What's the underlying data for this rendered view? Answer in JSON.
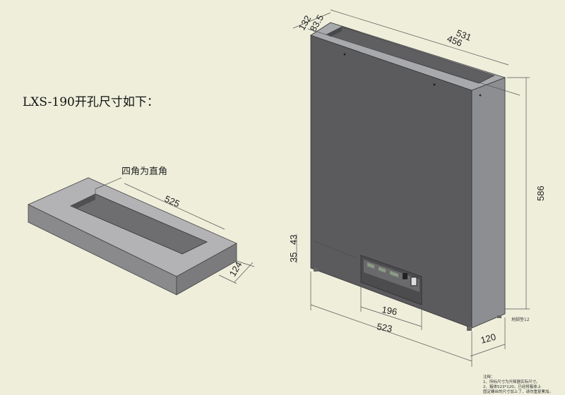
{
  "title": "LXS-190开孔尺寸如下：",
  "cutout": {
    "corner_note": "四角为直角",
    "length": "525",
    "width": "124"
  },
  "box": {
    "top_outer_depth": "132",
    "top_inner_depth": "83.5",
    "top_outer_length": "531",
    "top_inner_length": "456",
    "height": "586",
    "port_offset_1": "35",
    "port_offset_2": "43",
    "port_width": "196",
    "length": "523",
    "depth": "120",
    "foot_label": "地脚垫12"
  },
  "notes": {
    "heading": "注释：",
    "line1": "1、所标尺寸为升降器实际尺寸。",
    "line2": "2、箱体523*120，已经将箱体上",
    "line3": "固定螺丝的尺寸加上了，请勿重复累加。"
  },
  "colors": {
    "background": "#eeeedb",
    "front": "#5a5a5c",
    "side": "#8e8f93",
    "top": "#a9aaae"
  }
}
